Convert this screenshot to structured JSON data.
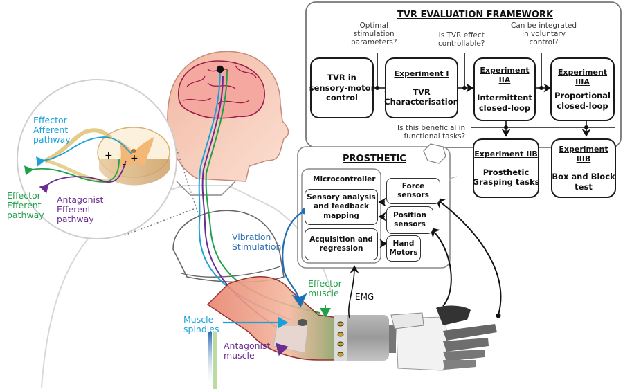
{
  "framework": {
    "title": "TVR EVALUATION FRAMEWORK",
    "questions": {
      "q1": "Optimal\nstimulation\nparameters?",
      "q2": "Is TVR effect\ncontrollable?",
      "q3": "Can be integrated\nin voluntary\ncontrol?",
      "q4": "Is this beneficial in\nfunctional tasks?"
    },
    "boxes": {
      "tvr_sensory": {
        "heading": "",
        "text": "TVR in\nsensory-motor\ncontrol"
      },
      "exp1": {
        "heading": "Experiment I",
        "text": "TVR\nCharacterisation"
      },
      "exp2a": {
        "heading": "Experiment IIA",
        "text": "Intermittent\nclosed-loop"
      },
      "exp3a": {
        "heading": "Experiment\nIIIA",
        "text": "Proportional\nclosed-loop"
      },
      "exp2b": {
        "heading": "Experiment IIB",
        "text": "Prosthetic\nGrasping tasks"
      },
      "exp3b": {
        "heading": "Experiment IIIB",
        "text": "Box and Block\ntest"
      }
    }
  },
  "prosthetic": {
    "title": "PROSTHETIC",
    "microcontroller": "Microcontroller",
    "sensory_analysis": "Sensory analysis\nand feedback\nmapping",
    "acquisition": "Acquisition and\nregression",
    "force_sensors": "Force\nsensors",
    "position_sensors": "Position\nsensors",
    "hand_motors": "Hand\nMotors"
  },
  "anatomy": {
    "effector_afferent": "Effector\nAfferent\npathway",
    "effector_efferent": "Effector\nEfferent\npathway",
    "antagonist_efferent": "Antagonist\nEfferent\npathway",
    "vibration_stimulation": "Vibration\nStimulation",
    "effector_muscle": "Effector\nmuscle",
    "muscle_spindles": "Muscle\nspindles",
    "antagonist_muscle": "Antagonist\nmuscle",
    "emg": "EMG",
    "plus_left": "+",
    "plus_right": "+",
    "minus": "-"
  },
  "colors": {
    "afferent": "#1ba1d8",
    "efferent": "#21a04a",
    "antagonist": "#6a2d91",
    "vibration": "#2f6fb5",
    "skin": "#f6c9b4",
    "brain": "#9b1c4a"
  }
}
